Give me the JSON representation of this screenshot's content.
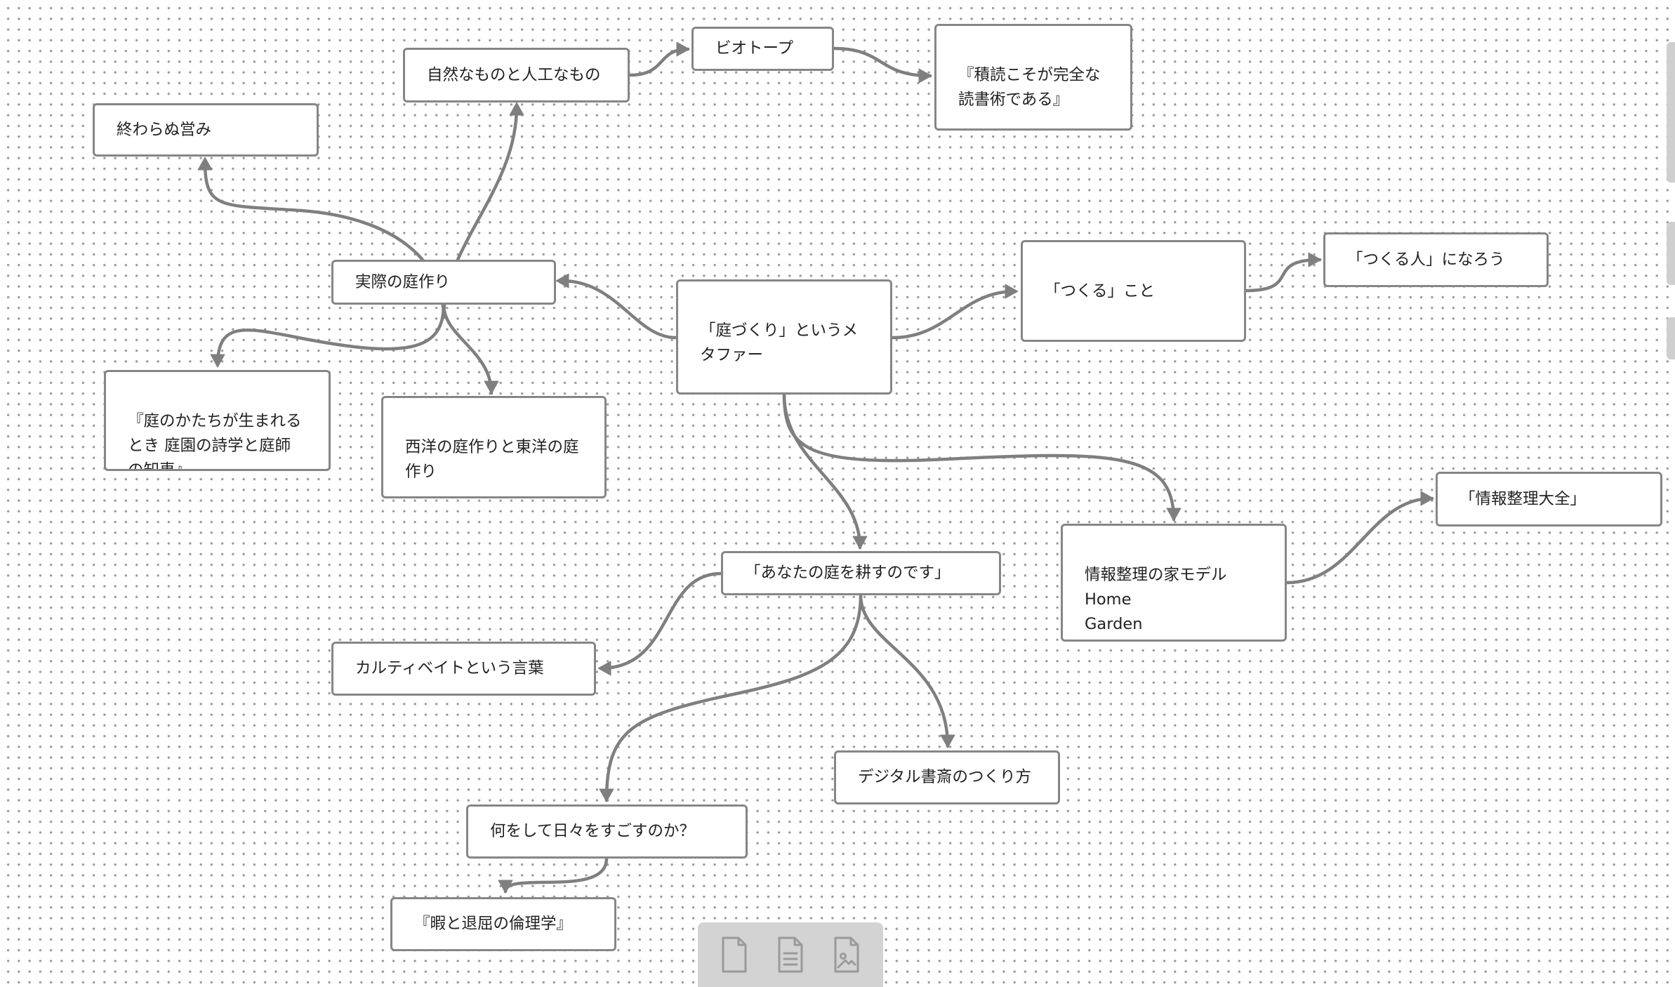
{
  "canvas": {
    "nodes": [
      {
        "id": "metaphor",
        "text": "「庭づくり」というメ\nタファー"
      },
      {
        "id": "actual",
        "text": "実際の庭作り"
      },
      {
        "id": "unending",
        "text": "終わらぬ営み"
      },
      {
        "id": "natural",
        "text": "自然なものと人工なもの"
      },
      {
        "id": "biotope",
        "text": "ビオトープ"
      },
      {
        "id": "tsundoku",
        "text": "『積読こそが完全な\n読書術である』"
      },
      {
        "id": "garden_book",
        "text": "『庭のかたちが生まれる\nとき 庭園の詩学と庭師\nの知恵』"
      },
      {
        "id": "west_east",
        "text": "西洋の庭作りと東洋の庭\n作り"
      },
      {
        "id": "making",
        "text": "「つくる」こと"
      },
      {
        "id": "maker",
        "text": "「つくる人」になろう"
      },
      {
        "id": "cultivate",
        "text": "「あなたの庭を耕すのです」"
      },
      {
        "id": "house_model",
        "text": "情報整理の家モデル\nHome\nGarden\nGarage"
      },
      {
        "id": "info_book",
        "text": "「情報整理大全」"
      },
      {
        "id": "cultivate_word",
        "text": "カルティベイトという言葉"
      },
      {
        "id": "digital_study",
        "text": "デジタル書斎のつくり方"
      },
      {
        "id": "daily",
        "text": "何をして日々をすごすのか？"
      },
      {
        "id": "leisure",
        "text": "『暇と退屈の倫理学』"
      }
    ],
    "edges": [
      {
        "from": "metaphor",
        "to": "actual"
      },
      {
        "from": "actual",
        "to": "unending"
      },
      {
        "from": "actual",
        "to": "natural"
      },
      {
        "from": "natural",
        "to": "biotope"
      },
      {
        "from": "biotope",
        "to": "tsundoku"
      },
      {
        "from": "actual",
        "to": "garden_book"
      },
      {
        "from": "actual",
        "to": "west_east"
      },
      {
        "from": "metaphor",
        "to": "making"
      },
      {
        "from": "making",
        "to": "maker"
      },
      {
        "from": "metaphor",
        "to": "cultivate"
      },
      {
        "from": "metaphor",
        "to": "house_model"
      },
      {
        "from": "house_model",
        "to": "info_book"
      },
      {
        "from": "cultivate",
        "to": "cultivate_word"
      },
      {
        "from": "cultivate",
        "to": "digital_study"
      },
      {
        "from": "cultivate",
        "to": "daily"
      },
      {
        "from": "daily",
        "to": "leisure"
      }
    ]
  },
  "toolbar": {
    "buttons": [
      {
        "icon": "blank-card-icon"
      },
      {
        "icon": "note-file-icon"
      },
      {
        "icon": "media-file-icon"
      }
    ]
  },
  "colors": {
    "edge": "#7f7f7f",
    "card_border": "#868686",
    "toolbar": "#d3d3d3",
    "grid_dot": "#9a9a9a"
  }
}
